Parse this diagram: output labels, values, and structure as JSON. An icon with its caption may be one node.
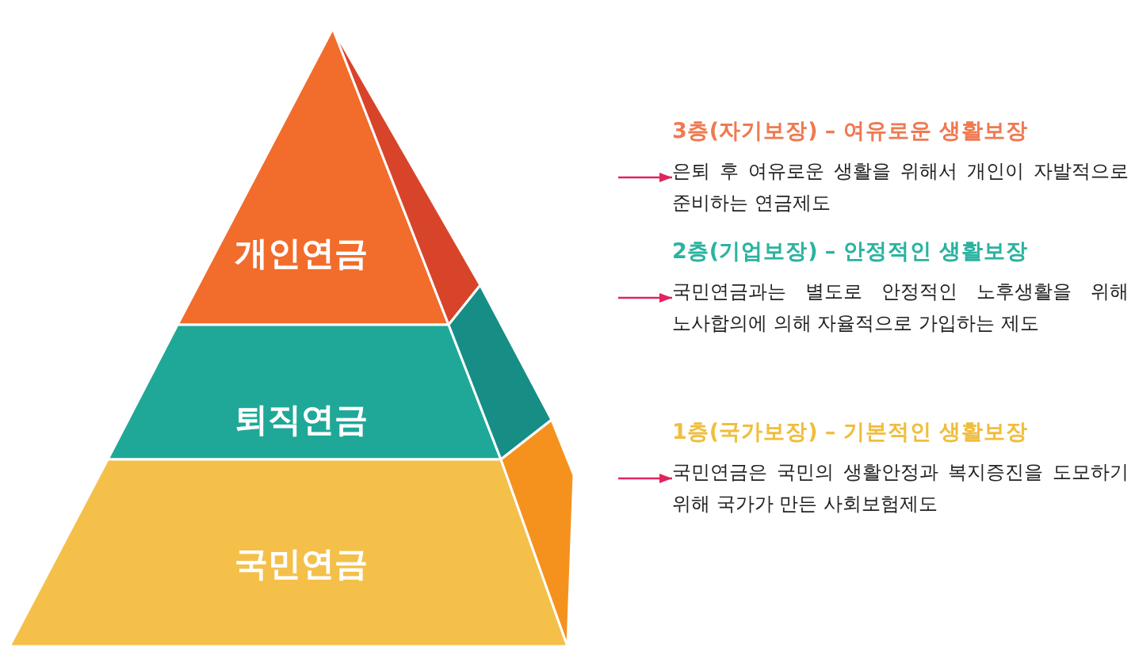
{
  "diagram": {
    "nodes": [
      {
        "text": [
          "개인연금"
        ]
      },
      {
        "text": [
          "퇴직연금"
        ]
      },
      {
        "text": [
          "국민연금"
        ]
      },
      {
        "text": [
          "3층(자기보장) – 여유로운 생활보장",
          "은퇴 후 여유로운 생활을 위해서 개인이 자발적으로 준비하는 연금제도"
        ]
      },
      {
        "text": [
          "2층(기업보장) – 안정적인 생활보장",
          "국민연금과는 별도로 안정적인 노후생활을 위해 노사합의에 의해 자율적으로 가입하는 제도"
        ]
      },
      {
        "text": [
          "1층(국가보장) – 기본적인 생활보장",
          "국민연금은 국민의 생활안정과 복지증진을 도모하기 위해 국가가 만든 사회보험제도"
        ]
      }
    ],
    "edges": [
      {
        "from": null,
        "to": 3,
        "arrow": "to"
      },
      {
        "from": null,
        "to": 4,
        "arrow": "to"
      },
      {
        "from": null,
        "to": 5,
        "arrow": "to"
      }
    ]
  }
}
